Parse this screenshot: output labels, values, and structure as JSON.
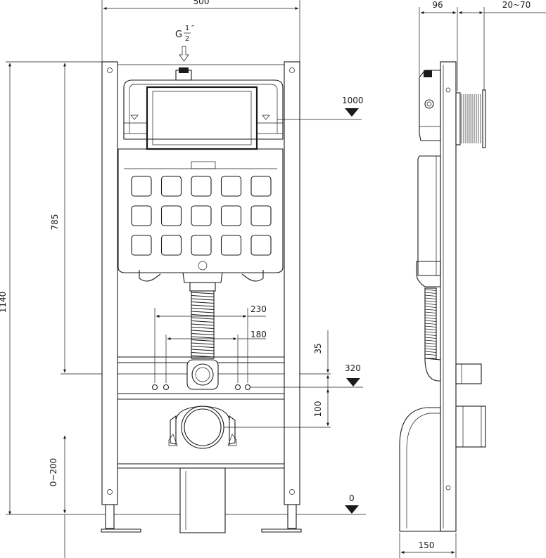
{
  "front_view": {
    "width_dim": "500",
    "height_dim": "1140",
    "inlet_height_dim": "785",
    "adjust_dim": "0~200",
    "wide_dim": "230",
    "narrow_dim": "180",
    "offset_dim": "35",
    "drain_offset_dim": "100",
    "water_inlet_letter": "G",
    "water_inlet_num": "1",
    "water_inlet_den": "2",
    "water_inlet_mark": "″",
    "level_top": "1000",
    "level_mid": "320",
    "level_floor": "0"
  },
  "side_view": {
    "depth_dim": "96",
    "wall_dim": "20~70",
    "bottom_dim": "150"
  }
}
